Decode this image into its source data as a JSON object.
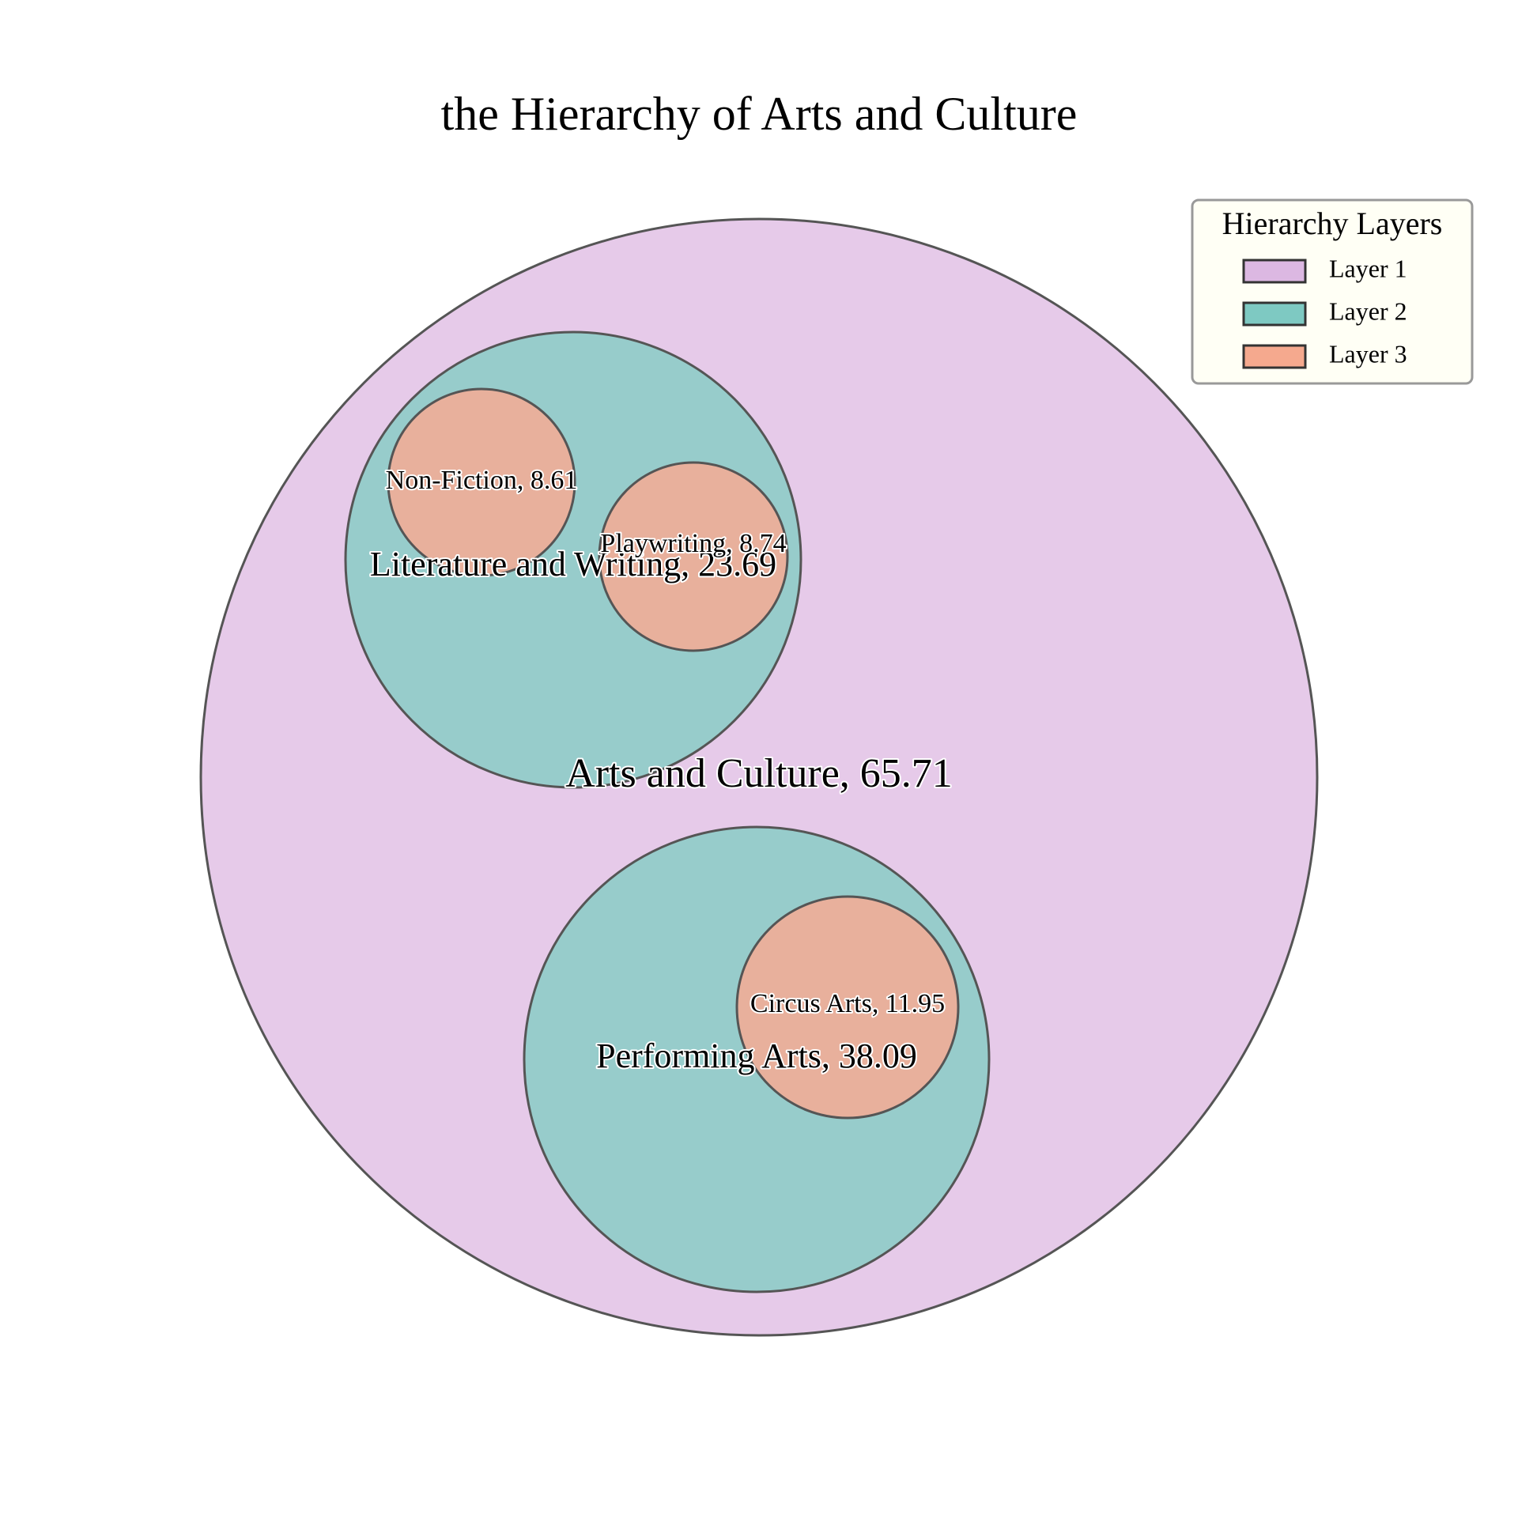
{
  "chart_data": {
    "type": "circle-packing",
    "title": "the Hierarchy of Arts and Culture",
    "nodes": [
      {
        "id": "arts",
        "label": "Arts and Culture, 65.71",
        "name": "Arts and Culture",
        "value": 65.71,
        "layer": 1,
        "parent": null
      },
      {
        "id": "lit",
        "label": "Literature and Writing, 23.69",
        "name": "Literature and Writing",
        "value": 23.69,
        "layer": 2,
        "parent": "arts"
      },
      {
        "id": "perf",
        "label": "Performing Arts, 38.09",
        "name": "Performing Arts",
        "value": 38.09,
        "layer": 2,
        "parent": "arts"
      },
      {
        "id": "nonfic",
        "label": "Non-Fiction, 8.61",
        "name": "Non-Fiction",
        "value": 8.61,
        "layer": 3,
        "parent": "lit"
      },
      {
        "id": "play",
        "label": "Playwriting, 8.74",
        "name": "Playwriting",
        "value": 8.74,
        "layer": 3,
        "parent": "lit"
      },
      {
        "id": "circus",
        "label": "Circus Arts, 11.95",
        "name": "Circus Arts",
        "value": 11.95,
        "layer": 3,
        "parent": "perf"
      }
    ],
    "legend": {
      "title": "Hierarchy Layers",
      "placement": "top-right",
      "items": [
        {
          "label": "Layer 1",
          "color": "#dcb8e2"
        },
        {
          "label": "Layer 2",
          "color": "#7ec9c2"
        },
        {
          "label": "Layer 3",
          "color": "#f5a98e"
        }
      ]
    },
    "colors": {
      "layer1_fill": "#e6cae9",
      "layer2_fill": "#97cccb",
      "layer3_fill": "#e8b09c",
      "edge": "#555555"
    }
  }
}
